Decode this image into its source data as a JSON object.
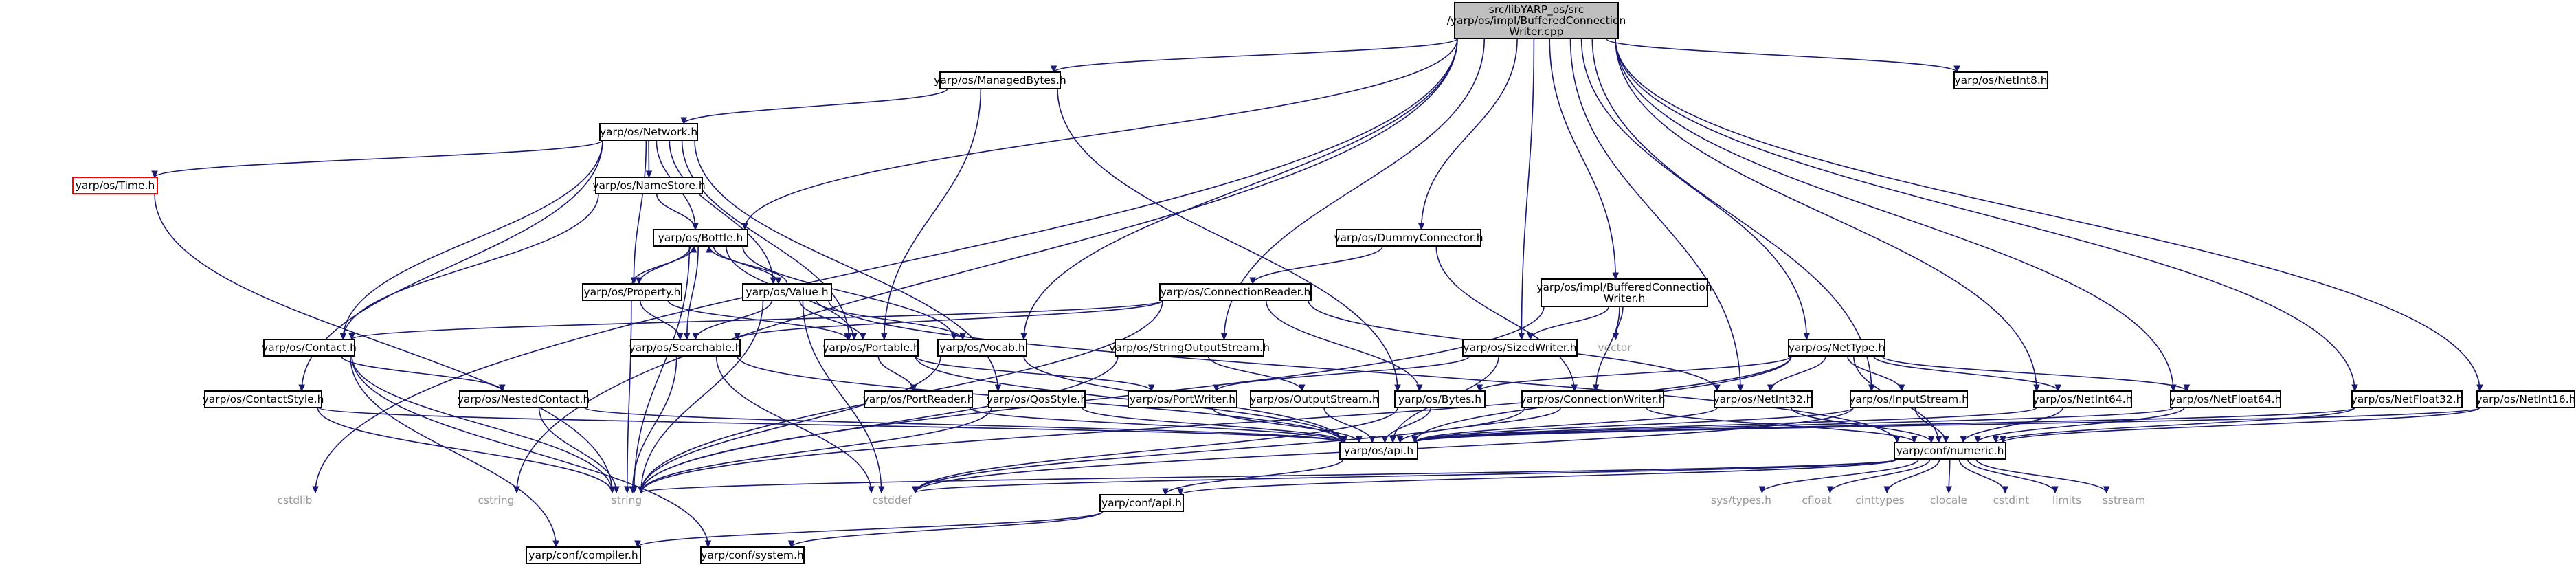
{
  "graph": {
    "edge_color": "#191970",
    "root_fill": "#bfbfbf",
    "external_text_color": "#999999",
    "red_border_color": "#ff0000",
    "nodes": [
      {
        "id": "root",
        "lines": [
          "src/libYARP_os/src",
          "/yarp/os/impl/BufferedConnection",
          "Writer.cpp"
        ],
        "style": "root"
      },
      {
        "id": "managedbytes",
        "lines": [
          "yarp/os/ManagedBytes.h"
        ],
        "style": "box"
      },
      {
        "id": "netint8",
        "lines": [
          "yarp/os/NetInt8.h"
        ],
        "style": "box"
      },
      {
        "id": "network",
        "lines": [
          "yarp/os/Network.h"
        ],
        "style": "box"
      },
      {
        "id": "time",
        "lines": [
          "yarp/os/Time.h"
        ],
        "style": "red"
      },
      {
        "id": "namestore",
        "lines": [
          "yarp/os/NameStore.h"
        ],
        "style": "box"
      },
      {
        "id": "bottle",
        "lines": [
          "yarp/os/Bottle.h"
        ],
        "style": "box"
      },
      {
        "id": "dummyconnector",
        "lines": [
          "yarp/os/DummyConnector.h"
        ],
        "style": "box"
      },
      {
        "id": "property",
        "lines": [
          "yarp/os/Property.h"
        ],
        "style": "box"
      },
      {
        "id": "value",
        "lines": [
          "yarp/os/Value.h"
        ],
        "style": "box"
      },
      {
        "id": "connectionreader",
        "lines": [
          "yarp/os/ConnectionReader.h"
        ],
        "style": "box"
      },
      {
        "id": "bufferedwriter",
        "lines": [
          "yarp/os/impl/BufferedConnection",
          "Writer.h"
        ],
        "style": "box"
      },
      {
        "id": "contact",
        "lines": [
          "yarp/os/Contact.h"
        ],
        "style": "box"
      },
      {
        "id": "searchable",
        "lines": [
          "yarp/os/Searchable.h"
        ],
        "style": "box"
      },
      {
        "id": "portable",
        "lines": [
          "yarp/os/Portable.h"
        ],
        "style": "box"
      },
      {
        "id": "vocab",
        "lines": [
          "yarp/os/Vocab.h"
        ],
        "style": "box"
      },
      {
        "id": "stringoutputstream",
        "lines": [
          "yarp/os/StringOutputStream.h"
        ],
        "style": "box"
      },
      {
        "id": "sizedwriter",
        "lines": [
          "yarp/os/SizedWriter.h"
        ],
        "style": "box"
      },
      {
        "id": "vector",
        "lines": [
          "vector"
        ],
        "style": "plain"
      },
      {
        "id": "nettype",
        "lines": [
          "yarp/os/NetType.h"
        ],
        "style": "box"
      },
      {
        "id": "contactstyle",
        "lines": [
          "yarp/os/ContactStyle.h"
        ],
        "style": "box"
      },
      {
        "id": "nestedcontact",
        "lines": [
          "yarp/os/NestedContact.h"
        ],
        "style": "box"
      },
      {
        "id": "portreader",
        "lines": [
          "yarp/os/PortReader.h"
        ],
        "style": "box"
      },
      {
        "id": "qosstyle",
        "lines": [
          "yarp/os/QosStyle.h"
        ],
        "style": "box"
      },
      {
        "id": "portwriter",
        "lines": [
          "yarp/os/PortWriter.h"
        ],
        "style": "box"
      },
      {
        "id": "outputstream",
        "lines": [
          "yarp/os/OutputStream.h"
        ],
        "style": "box"
      },
      {
        "id": "bytes",
        "lines": [
          "yarp/os/Bytes.h"
        ],
        "style": "box"
      },
      {
        "id": "connectionwriter",
        "lines": [
          "yarp/os/ConnectionWriter.h"
        ],
        "style": "box"
      },
      {
        "id": "netint32",
        "lines": [
          "yarp/os/NetInt32.h"
        ],
        "style": "box"
      },
      {
        "id": "inputstream",
        "lines": [
          "yarp/os/InputStream.h"
        ],
        "style": "box"
      },
      {
        "id": "netint64",
        "lines": [
          "yarp/os/NetInt64.h"
        ],
        "style": "box"
      },
      {
        "id": "netfloat64",
        "lines": [
          "yarp/os/NetFloat64.h"
        ],
        "style": "box"
      },
      {
        "id": "netfloat32",
        "lines": [
          "yarp/os/NetFloat32.h"
        ],
        "style": "box"
      },
      {
        "id": "netint16",
        "lines": [
          "yarp/os/NetInt16.h"
        ],
        "style": "box"
      },
      {
        "id": "api",
        "lines": [
          "yarp/os/api.h"
        ],
        "style": "box"
      },
      {
        "id": "numeric",
        "lines": [
          "yarp/conf/numeric.h"
        ],
        "style": "box"
      },
      {
        "id": "cstdlib",
        "lines": [
          "cstdlib"
        ],
        "style": "plain"
      },
      {
        "id": "cstring",
        "lines": [
          "cstring"
        ],
        "style": "plain"
      },
      {
        "id": "string",
        "lines": [
          "string"
        ],
        "style": "plain"
      },
      {
        "id": "cstddef",
        "lines": [
          "cstddef"
        ],
        "style": "plain"
      },
      {
        "id": "confapi",
        "lines": [
          "yarp/conf/api.h"
        ],
        "style": "box"
      },
      {
        "id": "systypes",
        "lines": [
          "sys/types.h"
        ],
        "style": "plain"
      },
      {
        "id": "cfloat",
        "lines": [
          "cfloat"
        ],
        "style": "plain"
      },
      {
        "id": "cinttypes",
        "lines": [
          "cinttypes"
        ],
        "style": "plain"
      },
      {
        "id": "clocale",
        "lines": [
          "clocale"
        ],
        "style": "plain"
      },
      {
        "id": "cstdint",
        "lines": [
          "cstdint"
        ],
        "style": "plain"
      },
      {
        "id": "limits",
        "lines": [
          "limits"
        ],
        "style": "plain"
      },
      {
        "id": "sstream",
        "lines": [
          "sstream"
        ],
        "style": "plain"
      },
      {
        "id": "compiler",
        "lines": [
          "yarp/conf/compiler.h"
        ],
        "style": "box"
      },
      {
        "id": "system",
        "lines": [
          "yarp/conf/system.h"
        ],
        "style": "box"
      }
    ],
    "edges": [
      [
        "root",
        "managedbytes"
      ],
      [
        "root",
        "netint8"
      ],
      [
        "root",
        "bottle"
      ],
      [
        "root",
        "vocab"
      ],
      [
        "root",
        "stringoutputstream"
      ],
      [
        "root",
        "dummyconnector"
      ],
      [
        "root",
        "sizedwriter"
      ],
      [
        "root",
        "bufferedwriter"
      ],
      [
        "root",
        "nettype"
      ],
      [
        "root",
        "netint32"
      ],
      [
        "root",
        "netint64"
      ],
      [
        "root",
        "netfloat64"
      ],
      [
        "root",
        "netfloat32"
      ],
      [
        "root",
        "netint16"
      ],
      [
        "root",
        "inputstream"
      ],
      [
        "root",
        "cstdlib"
      ],
      [
        "root",
        "cstring"
      ],
      [
        "managedbytes",
        "network"
      ],
      [
        "managedbytes",
        "portable"
      ],
      [
        "managedbytes",
        "bytes"
      ],
      [
        "network",
        "time"
      ],
      [
        "network",
        "namestore"
      ],
      [
        "network",
        "contact"
      ],
      [
        "network",
        "contactstyle"
      ],
      [
        "network",
        "property"
      ],
      [
        "network",
        "portable"
      ],
      [
        "network",
        "qosstyle"
      ],
      [
        "network",
        "value"
      ],
      [
        "network",
        "bottle"
      ],
      [
        "time",
        "string"
      ],
      [
        "namestore",
        "contact"
      ],
      [
        "namestore",
        "bottle"
      ],
      [
        "bottle",
        "property"
      ],
      [
        "bottle",
        "value"
      ],
      [
        "bottle",
        "searchable"
      ],
      [
        "bottle",
        "portable"
      ],
      [
        "bottle",
        "vocab"
      ],
      [
        "bottle",
        "string"
      ],
      [
        "property",
        "bottle"
      ],
      [
        "property",
        "searchable"
      ],
      [
        "property",
        "portable"
      ],
      [
        "property",
        "string"
      ],
      [
        "value",
        "bottle"
      ],
      [
        "value",
        "searchable"
      ],
      [
        "value",
        "portable"
      ],
      [
        "value",
        "vocab"
      ],
      [
        "value",
        "string"
      ],
      [
        "value",
        "cstddef"
      ],
      [
        "value",
        "numeric"
      ],
      [
        "dummyconnector",
        "connectionreader"
      ],
      [
        "dummyconnector",
        "connectionwriter"
      ],
      [
        "connectionreader",
        "contact"
      ],
      [
        "connectionreader",
        "searchable"
      ],
      [
        "connectionreader",
        "bytes"
      ],
      [
        "connectionreader",
        "netint32"
      ],
      [
        "connectionreader",
        "string"
      ],
      [
        "bufferedwriter",
        "sizedwriter"
      ],
      [
        "bufferedwriter",
        "connectionwriter"
      ],
      [
        "bufferedwriter",
        "vector"
      ],
      [
        "bufferedwriter",
        "string"
      ],
      [
        "contact",
        "nestedcontact"
      ],
      [
        "contact",
        "string"
      ],
      [
        "contact",
        "compiler"
      ],
      [
        "contact",
        "system"
      ],
      [
        "searchable",
        "api"
      ],
      [
        "searchable",
        "string"
      ],
      [
        "searchable",
        "cstddef"
      ],
      [
        "portable",
        "portreader"
      ],
      [
        "portable",
        "portwriter"
      ],
      [
        "portable",
        "api"
      ],
      [
        "vocab",
        "api"
      ],
      [
        "vocab",
        "string"
      ],
      [
        "stringoutputstream",
        "outputstream"
      ],
      [
        "stringoutputstream",
        "string"
      ],
      [
        "sizedwriter",
        "portwriter"
      ],
      [
        "sizedwriter",
        "api"
      ],
      [
        "nettype",
        "bytes"
      ],
      [
        "nettype",
        "netint32"
      ],
      [
        "nettype",
        "netint64"
      ],
      [
        "nettype",
        "netfloat64"
      ],
      [
        "nettype",
        "inputstream"
      ],
      [
        "nettype",
        "string"
      ],
      [
        "nettype",
        "api"
      ],
      [
        "nettype",
        "numeric"
      ],
      [
        "contactstyle",
        "api"
      ],
      [
        "contactstyle",
        "string"
      ],
      [
        "nestedcontact",
        "api"
      ],
      [
        "nestedcontact",
        "string"
      ],
      [
        "portreader",
        "api"
      ],
      [
        "qosstyle",
        "api"
      ],
      [
        "qosstyle",
        "string"
      ],
      [
        "portwriter",
        "api"
      ],
      [
        "outputstream",
        "api"
      ],
      [
        "bytes",
        "api"
      ],
      [
        "bytes",
        "cstddef"
      ],
      [
        "connectionwriter",
        "api"
      ],
      [
        "connectionwriter",
        "numeric"
      ],
      [
        "connectionwriter",
        "cstddef"
      ],
      [
        "netint32",
        "api"
      ],
      [
        "netint32",
        "numeric"
      ],
      [
        "inputstream",
        "api"
      ],
      [
        "inputstream",
        "numeric"
      ],
      [
        "inputstream",
        "cstddef"
      ],
      [
        "netint64",
        "api"
      ],
      [
        "netint64",
        "numeric"
      ],
      [
        "netfloat64",
        "api"
      ],
      [
        "netfloat64",
        "numeric"
      ],
      [
        "netfloat32",
        "api"
      ],
      [
        "netfloat32",
        "numeric"
      ],
      [
        "netint16",
        "api"
      ],
      [
        "netint16",
        "numeric"
      ],
      [
        "api",
        "confapi"
      ],
      [
        "numeric",
        "systypes"
      ],
      [
        "numeric",
        "cfloat"
      ],
      [
        "numeric",
        "cinttypes"
      ],
      [
        "numeric",
        "clocale"
      ],
      [
        "numeric",
        "cstdint"
      ],
      [
        "numeric",
        "limits"
      ],
      [
        "numeric",
        "sstream"
      ],
      [
        "numeric",
        "string"
      ],
      [
        "numeric",
        "cstddef"
      ],
      [
        "numeric",
        "confapi"
      ],
      [
        "confapi",
        "compiler"
      ],
      [
        "confapi",
        "system"
      ]
    ]
  }
}
